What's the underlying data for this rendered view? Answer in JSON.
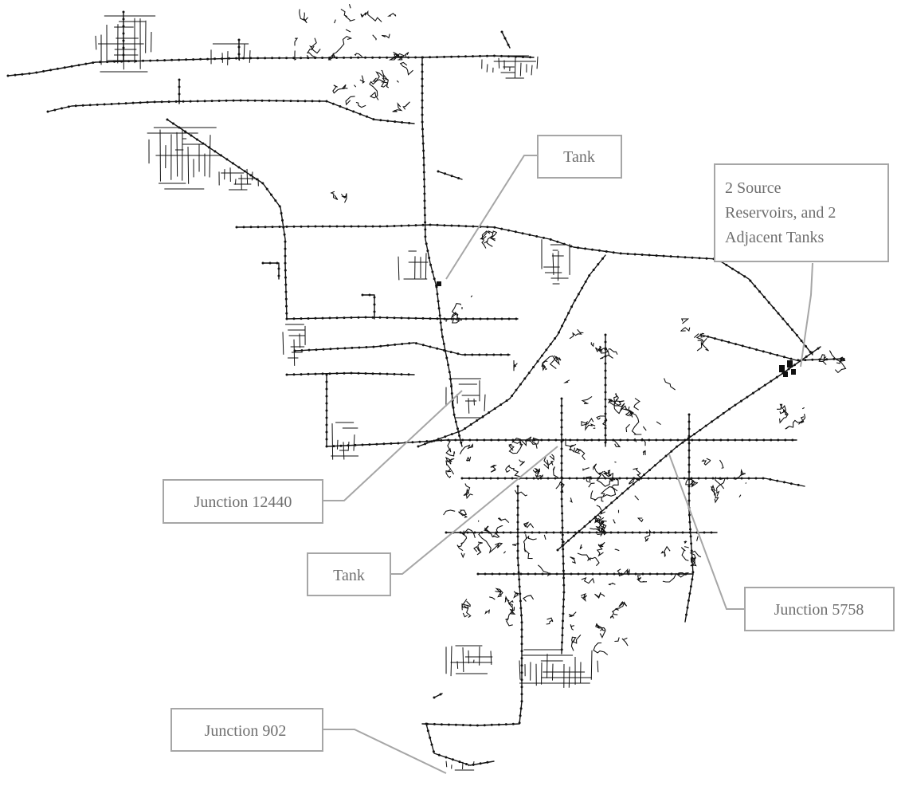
{
  "callouts": {
    "tank_north": "Tank",
    "sources_line1": "2 Source",
    "sources_line2": "Reservoirs, and 2",
    "sources_line3": "Adjacent Tanks",
    "junction_12440": "Junction 12440",
    "tank_south": "Tank",
    "junction_5758": "Junction 5758",
    "junction_902": "Junction 902"
  },
  "colors": {
    "network": "#111111",
    "callout_border": "#a6a6a6",
    "callout_text": "#6e6e6e",
    "background": "#ffffff"
  }
}
